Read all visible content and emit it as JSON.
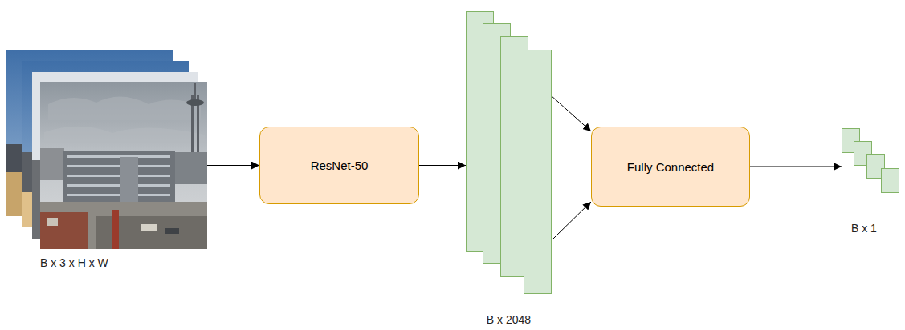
{
  "diagram": {
    "nodes": [
      {
        "text": [
          "B x 3 x H x W"
        ]
      },
      {
        "text": [
          "ResNet-50"
        ]
      },
      {
        "text": [
          "B x 2048"
        ]
      },
      {
        "text": [
          "Fully Connected"
        ]
      },
      {
        "text": [
          "B x 1"
        ]
      }
    ],
    "edges": [
      {
        "from": 0,
        "to": 1,
        "arrow": "to"
      },
      {
        "from": 1,
        "to": 2,
        "arrow": "to"
      },
      {
        "from": 2,
        "to": 3,
        "arrow": "to"
      },
      {
        "from": 2,
        "to": 3,
        "arrow": "to"
      },
      {
        "from": 3,
        "to": 4,
        "arrow": "to"
      }
    ]
  }
}
